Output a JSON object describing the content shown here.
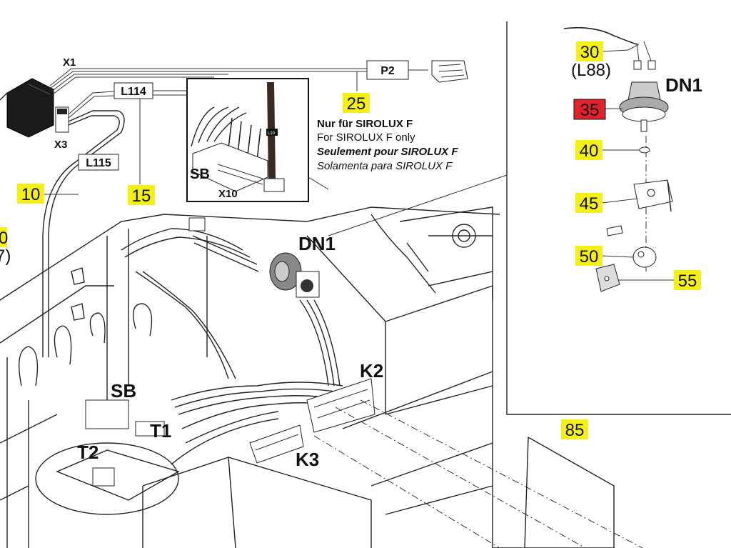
{
  "callouts": {
    "c10": "10",
    "c15": "15",
    "c25": "25",
    "c30": "30",
    "c30sub": "(L88)",
    "c35": "35",
    "c40": "40",
    "c45": "45",
    "c50": "50",
    "c55": "55",
    "c85": "85",
    "c0": "0",
    "c7": "7)"
  },
  "connectors": {
    "x1": "X1",
    "x3": "X3",
    "l114": "L114",
    "l115": "L115",
    "p2": "P2",
    "sb_inset": "SB",
    "x10": "X10",
    "l10": "L10",
    "dn1_main": "DN1",
    "dn1_detail": "DN1",
    "k2": "K2",
    "k3": "K3",
    "sb_main": "SB",
    "t1": "T1",
    "t2": "T2"
  },
  "note": {
    "de": "Nur für SIROLUX F",
    "en": "For SIROLUX F only",
    "fr": "Seulement pour SIROLUX F",
    "es": "Solamenta para SIROLUX F"
  },
  "colors": {
    "callout_bg": "#f4ef14",
    "callout_highlight": "#e0202a"
  }
}
